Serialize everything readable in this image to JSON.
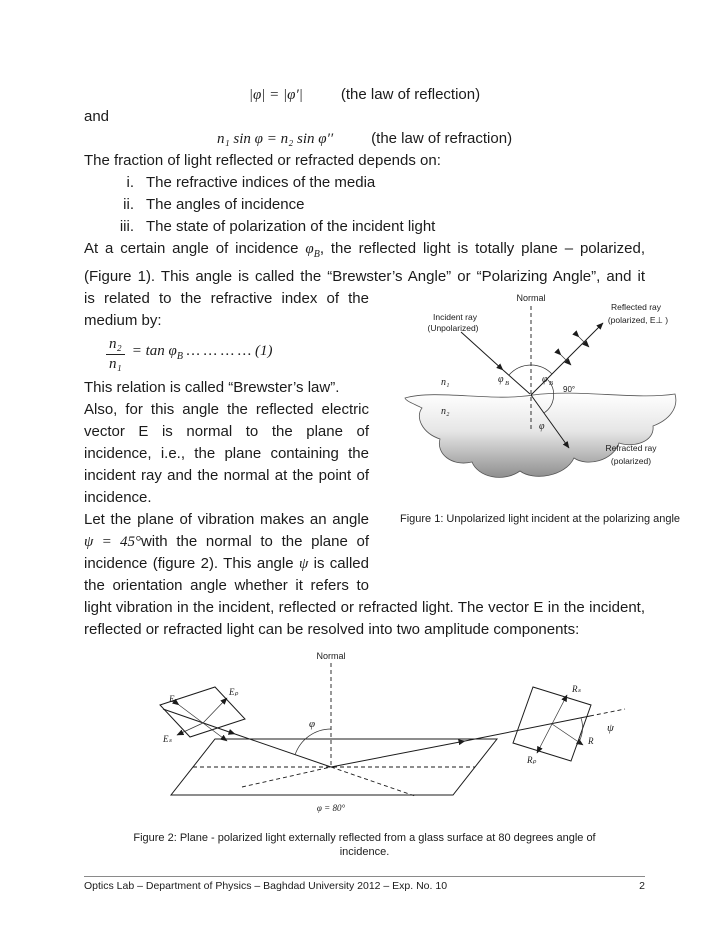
{
  "document": {
    "equations_top": {
      "reflection_eq": "|φ| = |φ′|",
      "reflection_label": "(the law of reflection)",
      "conjunction": "and",
      "refraction_eq": "n₁ sin φ = n₂ sin φ′′",
      "refraction_label": "(the law of refraction)"
    },
    "intro": {
      "depends_line": "The fraction of light reflected or refracted depends on:",
      "list": [
        {
          "num": "i.",
          "text": "The refractive indices of the media"
        },
        {
          "num": "ii.",
          "text": "The angles of incidence"
        },
        {
          "num": "iii.",
          "text": "The state of polarization of the incident light"
        }
      ]
    },
    "brewster_paragraph": {
      "s1": "At a certain angle of incidence ",
      "phi": "φ",
      "phi_sub": "B",
      "s2": ", the reflected light is totally plane – polarized, (Figure 1). This angle is called the “Brewster’s Angle” or “Polarizing Angle”, and it"
    },
    "wrap_text": {
      "s1": "is related to the refractive index of the medium by:",
      "s2": "This relation is called “Brewster’s law”.",
      "s3": "Also, for this angle the reflected electric vector E is normal to the plane of incidence, i.e., the plane containing the incident ray and the normal at the point of incidence.",
      "s4a": "Let the plane of vibration makes an angle ",
      "s4b": "ψ = 45°",
      "s4c": "with the normal to the plane of incidence (figure 2). This angle ",
      "s4d": "ψ",
      "s4e": " is called the orientation angle whether it refers to light vibration in the incident, reflected or refracted light. The vector E in the incident, reflected or refracted light can be resolved into two amplitude components:"
    },
    "equation1": {
      "numerator": "n₂",
      "denominator": "n₁",
      "rhs": "= tan φ",
      "rhs_sub": "B",
      "dots": " … … … … (1)"
    },
    "figure1": {
      "labels": {
        "normal": "Normal",
        "incident_ray_1": "Incident ray",
        "incident_ray_2": "(Unpolarized)",
        "reflected_ray_1": "Reflected ray",
        "reflected_ray_2": "(polarized, E⊥ )",
        "phi_b_left": "φ",
        "phi_b_left_sub": "B",
        "phi_b_right": "φ",
        "phi_b_right_sub": "B",
        "ninety": "90°",
        "n1": "n₁",
        "n2": "n₂",
        "phi_refracted": "φ",
        "refracted_ray_1": "Refracted ray",
        "refracted_ray_2": "(polarized)"
      },
      "caption": "Figure 1: Unpolarized light incident at the polarizing angle"
    },
    "figure2": {
      "labels": {
        "normal": "Normal",
        "e_p": "Eₚ",
        "e": "E",
        "e_s": "Eₛ",
        "phi": "φ",
        "r_s": "Rₛ",
        "r": "R",
        "r_p": "Rₚ",
        "psi": "ψ",
        "phi_80": "φ = 80°"
      },
      "caption_1": "Figure 2: Plane - polarized light externally reflected from a glass surface at 80 degrees angle of",
      "caption_2": "incidence."
    },
    "footer": {
      "text": "Optics Lab – Department of Physics – Baghdad University 2012 – Exp. No. 10",
      "page_number": "2"
    }
  }
}
